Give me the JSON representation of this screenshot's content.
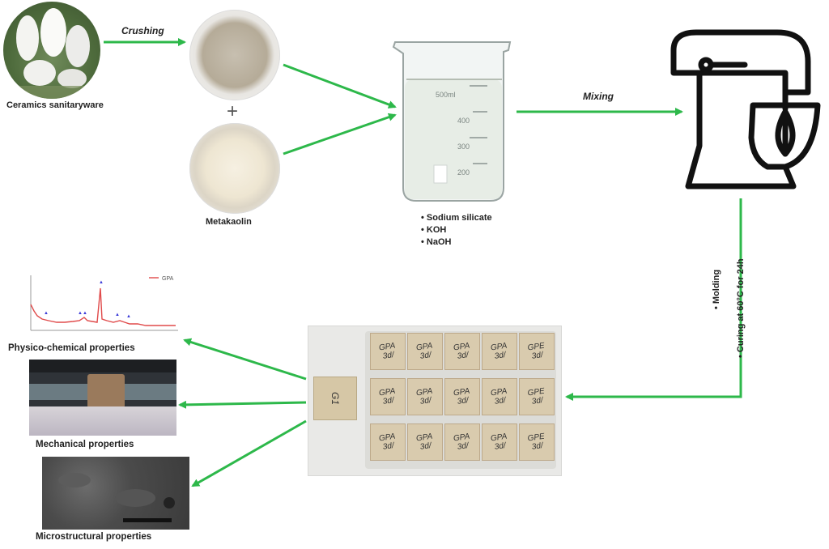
{
  "ceramics": {
    "label": "Ceramics sanitaryware"
  },
  "crushing": {
    "label": "Crushing"
  },
  "plus": {
    "symbol": "+"
  },
  "metakaolin": {
    "label": "Metakaolin"
  },
  "beaker": {
    "marks": [
      "500ml",
      "400",
      "300",
      "200"
    ],
    "activators": [
      "Sodium silicate",
      "KOH",
      "NaOH"
    ]
  },
  "mixing": {
    "label": "Mixing"
  },
  "mixer": {
    "icon": "stand-mixer-icon"
  },
  "curing_steps": [
    "Molding",
    "Curing at 60°C for 24h"
  ],
  "specimens": {
    "single_label": "G1",
    "labels": [
      [
        "GPA 3d/",
        "GPA 3d/",
        "GPA 3d/",
        "GPA 3d/",
        "GPE 3d/"
      ],
      [
        "GPA 3d/",
        "GPA 3d/",
        "GPA 3d/",
        "GPA 3d/",
        "GPE 3d/"
      ],
      [
        "GPA 3d/",
        "GPA 3d/",
        "GPA 3d/",
        "GPA 3d/",
        "GPE 3d/"
      ]
    ]
  },
  "outputs": {
    "physico": "Physico-chemical properties",
    "mechanical": "Mechanical properties",
    "micro": "Microstructural properties"
  },
  "xrd": {
    "legend": "GPA"
  },
  "colors": {
    "arrow": "#2db84a",
    "line": "#e04a4a",
    "peak": "#3a3ad8"
  }
}
